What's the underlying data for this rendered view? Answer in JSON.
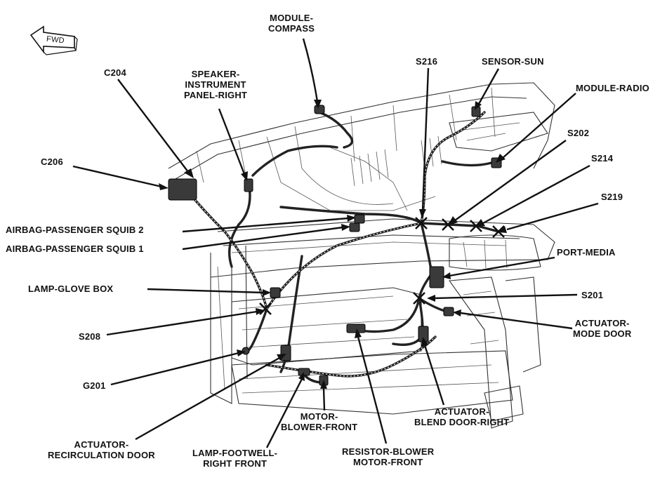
{
  "fwd_label": "FWD",
  "labels": {
    "module_compass": "MODULE-\nCOMPASS",
    "c204": "C204",
    "speaker_ip_right": "SPEAKER-\nINSTRUMENT\nPANEL-RIGHT",
    "s216": "S216",
    "sensor_sun": "SENSOR-SUN",
    "module_radio": "MODULE-RADIO",
    "c206": "C206",
    "s202": "S202",
    "s214": "S214",
    "s219": "S219",
    "airbag_squib_2": "AIRBAG-PASSENGER SQUIB 2",
    "airbag_squib_1": "AIRBAG-PASSENGER SQUIB 1",
    "port_media": "PORT-MEDIA",
    "lamp_glove_box": "LAMP-GLOVE BOX",
    "s201": "S201",
    "actuator_mode_door": "ACTUATOR-\nMODE DOOR",
    "s208": "S208",
    "g201": "G201",
    "actuator_recirc_door": "ACTUATOR-\nRECIRCULATION DOOR",
    "lamp_footwell": "LAMP-FOOTWELL-\nRIGHT FRONT",
    "motor_blower": "MOTOR-\nBLOWER-FRONT",
    "resistor_blower": "RESISTOR-BLOWER\nMOTOR-FRONT",
    "actuator_blend_door": "ACTUATOR-\nBLEND DOOR-RIGHT"
  }
}
